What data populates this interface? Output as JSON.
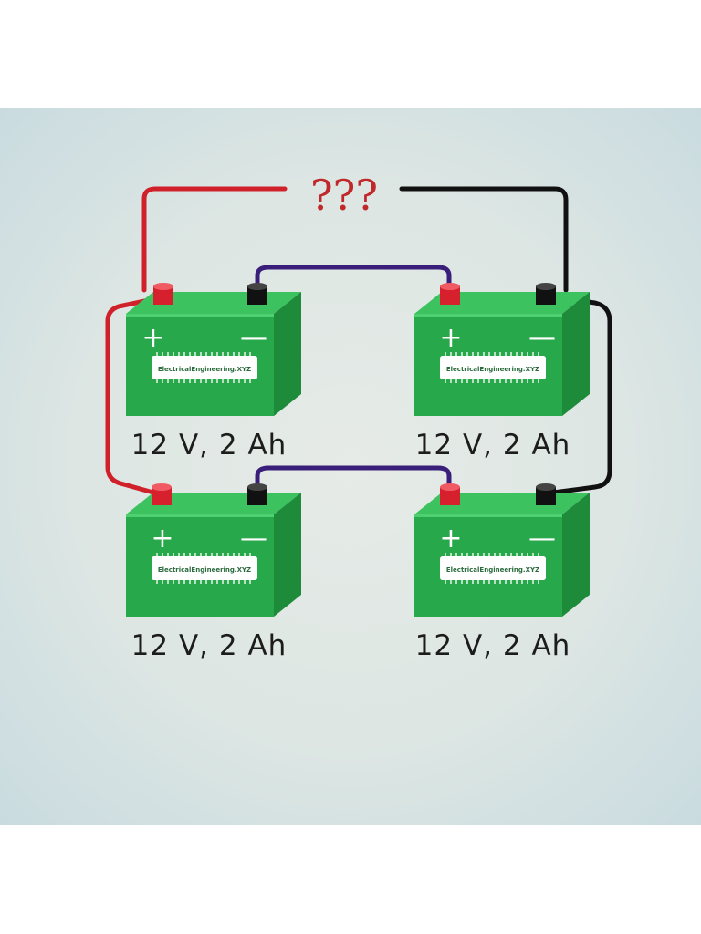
{
  "diagram": {
    "question": "???",
    "batteries": [
      {
        "id": "top-left",
        "label": "12 V, 2 Ah",
        "brand": "ElectricalEngineering.XYZ",
        "plus": "+",
        "minus": "—"
      },
      {
        "id": "top-right",
        "label": "12 V, 2 Ah",
        "brand": "ElectricalEngineering.XYZ",
        "plus": "+",
        "minus": "—"
      },
      {
        "id": "bottom-left",
        "label": "12 V, 2 Ah",
        "brand": "ElectricalEngineering.XYZ",
        "plus": "+",
        "minus": "—"
      },
      {
        "id": "bottom-right",
        "label": "12 V, 2 Ah",
        "brand": "ElectricalEngineering.XYZ",
        "plus": "+",
        "minus": "—"
      }
    ],
    "colors": {
      "battery_green": "#27a84a",
      "battery_top": "#3cc25f",
      "battery_side": "#1d8b3a",
      "positive_terminal": "#d6202e",
      "negative_terminal": "#111111",
      "wire_red": "#d0212b",
      "wire_black": "#111111",
      "wire_purple": "#3a1f7a",
      "question_color": "#c0282a"
    }
  }
}
